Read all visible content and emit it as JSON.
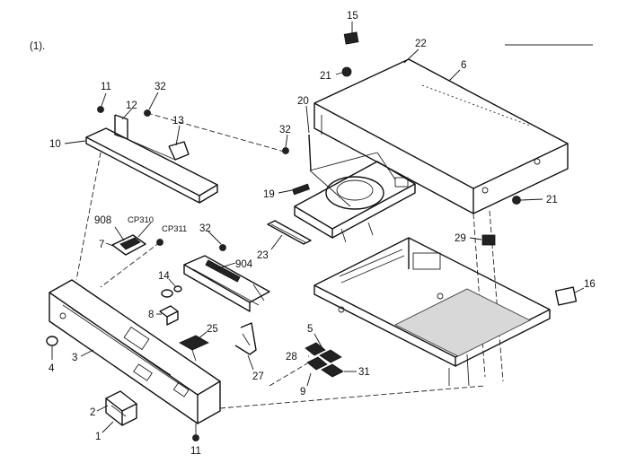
{
  "header": {
    "figure_id": "(1)."
  },
  "labels": {
    "p1": "1",
    "p2": "2",
    "p3": "3",
    "p4": "4",
    "p5": "5",
    "p6": "6",
    "p7": "7",
    "p8": "8",
    "p9": "9",
    "p10": "10",
    "p11a": "11",
    "p11b": "11",
    "p12": "12",
    "p13": "13",
    "p14": "14",
    "p15": "15",
    "p16": "16",
    "p19": "19",
    "p20": "20",
    "p21a": "21",
    "p21b": "21",
    "p22": "22",
    "p23": "23",
    "p25": "25",
    "p27": "27",
    "p28": "28",
    "p29": "29",
    "p31": "31",
    "p32a": "32",
    "p32b": "32",
    "p32c": "32",
    "p904": "904",
    "p908": "908",
    "cp310": "CP310",
    "cp311": "CP311"
  }
}
